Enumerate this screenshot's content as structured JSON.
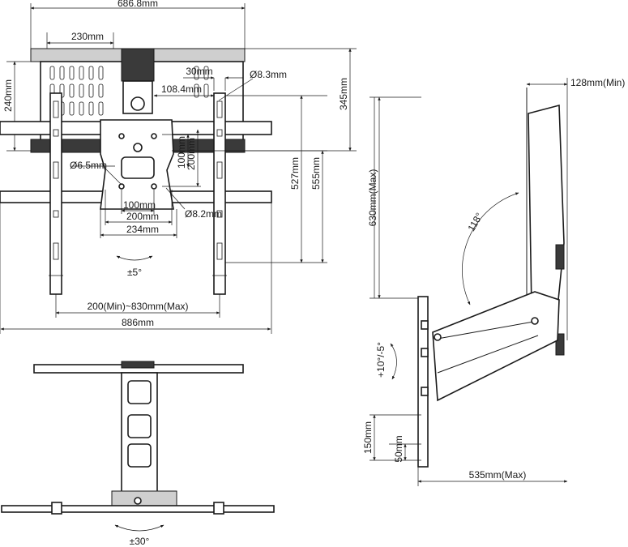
{
  "front_view": {
    "overall_top_width": "686.8mm",
    "plate_width": "230mm",
    "plate_height": "240mm",
    "arm_offset": "30mm",
    "hole_diameter_top": "Ø8.3mm",
    "center_to_hole": "108.4mm",
    "overall_height": "345mm",
    "vesa_vertical_100": "100mm",
    "vesa_vertical_200": "200mm",
    "hole_diameter_small": "Ø6.5mm",
    "hole_diameter_large": "Ø8.2mm",
    "vesa_horizontal_100": "100mm",
    "vesa_horizontal_200": "200mm",
    "vesa_horizontal_234": "234mm",
    "rail_height_527": "527mm",
    "rail_height_555": "555mm",
    "tilt_level": "±5°",
    "rail_spacing": "200(Min)~830mm(Max)",
    "overall_width": "886mm"
  },
  "side_view": {
    "depth_min": "128mm(Min)",
    "height_max": "630mm(Max)",
    "swing_angle": "118°",
    "tilt_range": "+10°/-5°",
    "height_150": "150mm",
    "height_50": "50mm",
    "extension_max": "535mm(Max)"
  },
  "top_view": {
    "swivel": "±30°"
  }
}
